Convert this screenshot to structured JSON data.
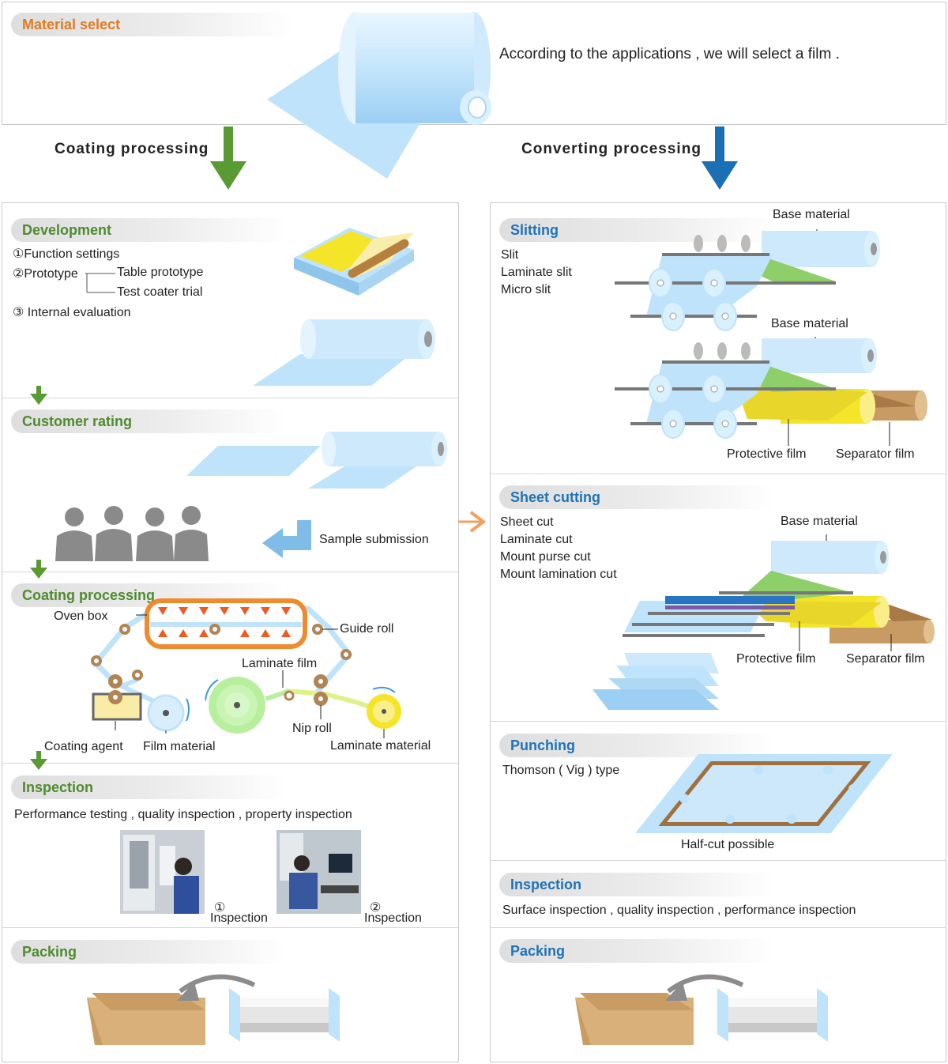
{
  "material_select": {
    "title": "Material select",
    "description": "According to the applications , we will select a film ."
  },
  "branches": {
    "coating": "Coating processing",
    "converting": "Converting processing"
  },
  "development": {
    "title": "Development",
    "item1": "①Function settings",
    "item2": "②Prototype",
    "sub1": "Table prototype",
    "sub2": "Test coater trial",
    "item3": "③ Internal evaluation"
  },
  "customer_rating": {
    "title": "Customer rating",
    "sample": "Sample submission"
  },
  "coating_processing": {
    "title": "Coating processing",
    "oven_box": "Oven box",
    "guide_roll": "Guide roll",
    "laminate_film": "Laminate film",
    "nip_roll": "Nip roll",
    "coating_agent": "Coating agent",
    "film_material": "Film material",
    "laminate_material": "Laminate material"
  },
  "inspection_left": {
    "title": "Inspection",
    "desc": "Performance testing , quality inspection , property inspection",
    "photo1_num": "①",
    "photo1_label": "Inspection",
    "photo2_num": "②",
    "photo2_label": "Inspection"
  },
  "packing_left": {
    "title": "Packing"
  },
  "slitting": {
    "title": "Slitting",
    "items": [
      "Slit",
      "Laminate slit",
      "Micro slit"
    ],
    "base1": "Base material",
    "base2": "Base material",
    "protective": "Protective film",
    "separator": "Separator film"
  },
  "sheet_cutting": {
    "title": "Sheet cutting",
    "items": [
      "Sheet cut",
      "Laminate cut",
      "Mount purse cut",
      "Mount lamination cut"
    ],
    "base": "Base material",
    "protective": "Protective film",
    "separator": "Separator film"
  },
  "punching": {
    "title": "Punching",
    "type": "Thomson ( Vig ) type",
    "halfcut": "Half-cut possible"
  },
  "inspection_right": {
    "title": "Inspection",
    "desc": "Surface inspection , quality inspection , performance inspection"
  },
  "packing_right": {
    "title": "Packing"
  },
  "colors": {
    "green_accent": "#4f8b2e",
    "blue_accent": "#1f73b7",
    "orange_accent": "#e57b1f",
    "film_blue": "#bfe3fb"
  }
}
